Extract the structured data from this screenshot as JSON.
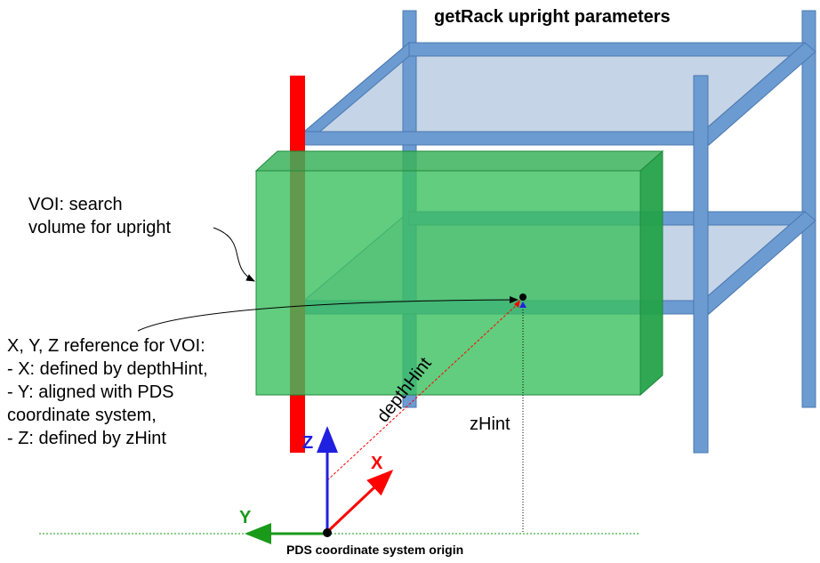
{
  "title": "getRack upright parameters",
  "voi_label": {
    "line1": "VOI: search",
    "line2": "volume for upright"
  },
  "reference_text": {
    "line1": "X, Y, Z reference for VOI:",
    "line2": "- X: defined by depthHint,",
    "line3": "- Y: aligned with PDS",
    "line4": "coordinate system,",
    "line5": "- Z: defined by zHint"
  },
  "depth_hint_label": "depthHint",
  "z_hint_label": "zHint",
  "axes": {
    "x": "X",
    "y": "Y",
    "z": "Z"
  },
  "origin_label": "PDS coordinate system origin",
  "colors": {
    "rack": "#6c9bd2",
    "rack_stroke": "#4a78b0",
    "shelf": "#c5d4e6",
    "voi_front": "#5bc87b",
    "voi_side": "#24a24a",
    "upright_red": "#ff0000",
    "axis_x": "#ff0000",
    "axis_y": "#1a9a1a",
    "axis_z": "#2020e0"
  }
}
